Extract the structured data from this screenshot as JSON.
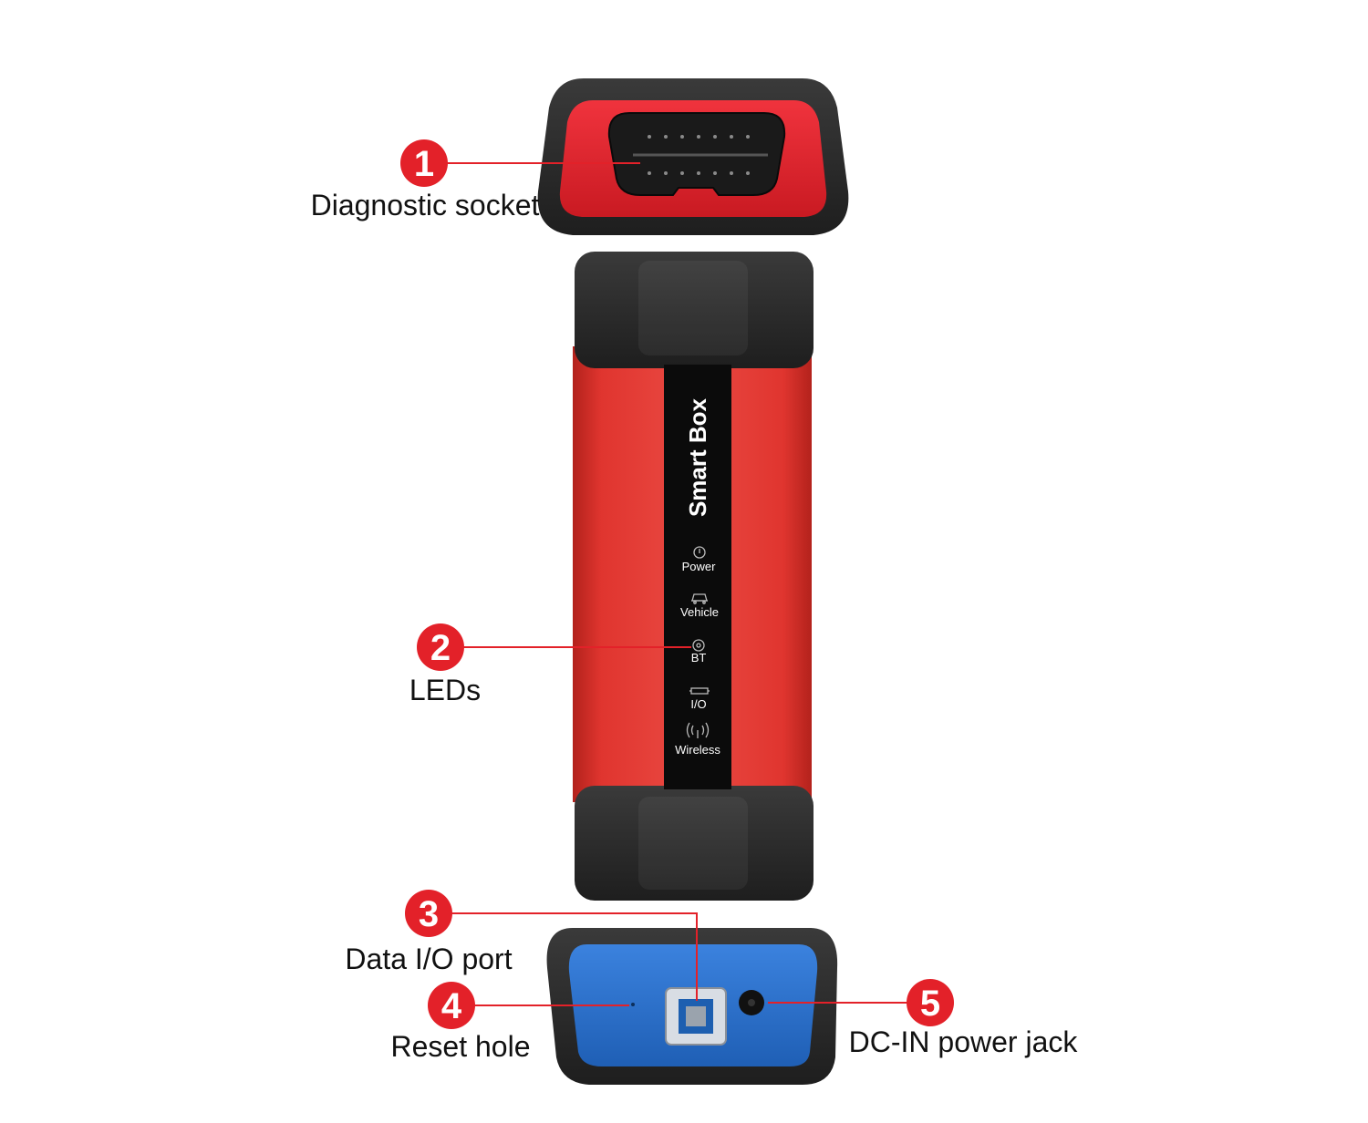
{
  "device": {
    "brand_label": "Smart Box",
    "leds": [
      {
        "label": "Power",
        "icon": "power-icon"
      },
      {
        "label": "Vehicle",
        "icon": "car-icon"
      },
      {
        "label": "BT",
        "icon": "bluetooth-icon"
      },
      {
        "label": "I/O",
        "icon": "io-port-icon"
      },
      {
        "label": "Wireless",
        "icon": "wireless-icon"
      }
    ],
    "colors": {
      "body": "#e0352f",
      "caps": "#2b2b2b",
      "strip": "#0b0b0b",
      "socket_face": "#e3222e",
      "port_face": "#2a6fc9",
      "callout": "#e32129"
    }
  },
  "callouts": [
    {
      "number": "1",
      "label": "Diagnostic socket"
    },
    {
      "number": "2",
      "label": "LEDs"
    },
    {
      "number": "3",
      "label": "Data I/O port"
    },
    {
      "number": "4",
      "label": "Reset hole"
    },
    {
      "number": "5",
      "label": "DC-IN power jack"
    }
  ]
}
